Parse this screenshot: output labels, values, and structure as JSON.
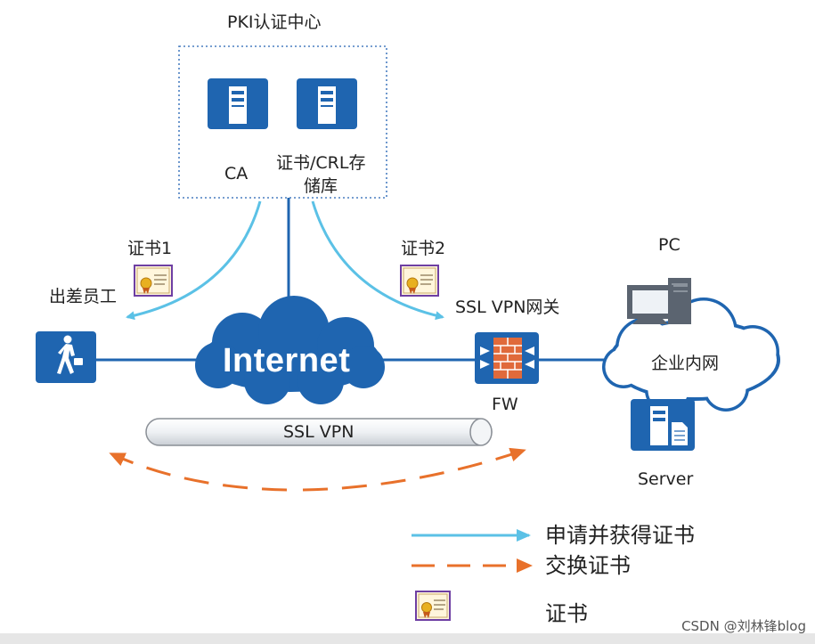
{
  "pki_center": {
    "title": "PKI认证中心",
    "ca_label": "CA",
    "store_label_line1": "证书/CRL存",
    "store_label_line2": "储库"
  },
  "cert1_label": "证书1",
  "cert2_label": "证书2",
  "employee_label": "出差员工",
  "internet_label": "Internet",
  "gateway_label": "SSL VPN网关",
  "fw_label": "FW",
  "pc_label": "PC",
  "intranet_label": "企业内网",
  "server_label": "Server",
  "tunnel_label": "SSL VPN",
  "legend": {
    "apply_label": "申请并获得证书",
    "exchange_label": "交换证书",
    "cert_label": "证书"
  },
  "watermark": "CSDN @刘林锋blog",
  "colors": {
    "device_blue": "#1f65b0",
    "cyan_arrow": "#5bc1e6",
    "orange_arrow": "#e8712b",
    "line_blue": "#1f65b0",
    "pki_border": "#4a7fc1"
  }
}
